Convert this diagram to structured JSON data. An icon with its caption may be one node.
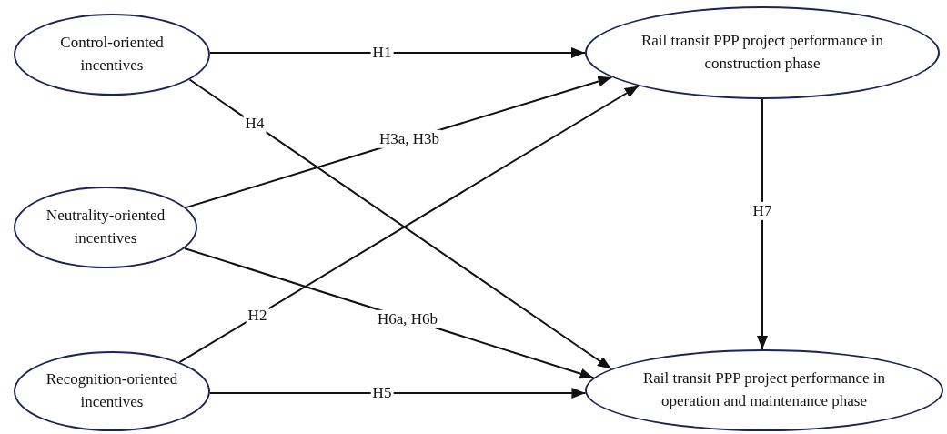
{
  "diagram": {
    "nodes": [
      {
        "text": [
          "Control-oriented incentives"
        ]
      },
      {
        "text": [
          "Neutrality-oriented incentives"
        ]
      },
      {
        "text": [
          "Recognition-oriented incentives"
        ]
      },
      {
        "text": [
          "Rail transit PPP project performance in construction phase"
        ]
      },
      {
        "text": [
          "Rail transit PPP project performance in operation and maintenance phase"
        ]
      }
    ],
    "edges": [
      {
        "from": 0,
        "to": 3,
        "arrow": "to",
        "label": "H1"
      },
      {
        "from": 0,
        "to": 4,
        "arrow": "to",
        "label": "H4"
      },
      {
        "from": 1,
        "to": 3,
        "arrow": "to",
        "label": "H3a, H3b"
      },
      {
        "from": 2,
        "to": 3,
        "arrow": "to",
        "label": "H2"
      },
      {
        "from": 1,
        "to": 4,
        "arrow": "to",
        "label": "H6a, H6b"
      },
      {
        "from": 2,
        "to": 4,
        "arrow": "to",
        "label": "H5"
      },
      {
        "from": 3,
        "to": 4,
        "arrow": "to",
        "label": "H7"
      }
    ]
  }
}
